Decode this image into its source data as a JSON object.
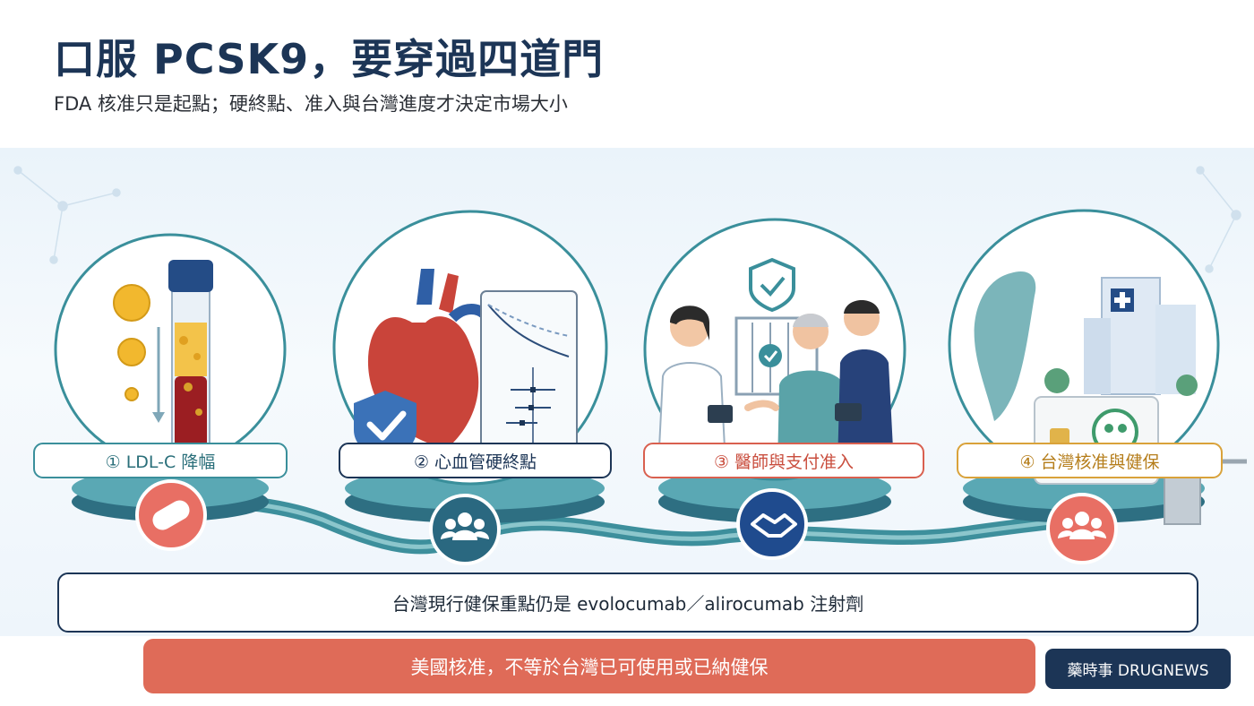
{
  "header": {
    "title": "口服 PCSK9，要穿過四道門",
    "subtitle": "FDA 核准只是起點；硬終點、准入與台灣進度才決定市場大小"
  },
  "steps": [
    {
      "label": "① LDL-C 降幅",
      "color": "#3a8f9b",
      "illustration_icon": "blood-test-tube-icon",
      "badge_icon": "pill-icon"
    },
    {
      "label": "② 心血管硬終點",
      "color": "#1c3556",
      "illustration_icon": "heart-icon",
      "badge_icon": "people-group-icon"
    },
    {
      "label": "③ 醫師與支付准入",
      "color": "#d9604f",
      "illustration_icon": "doctor-patient-icon",
      "badge_icon": "handshake-icon"
    },
    {
      "label": "④ 台灣核准與健保",
      "color": "#d9a23a",
      "illustration_icon": "taiwan-map-hospital-icon",
      "badge_icon": "people-group-icon"
    }
  ],
  "info_bar": {
    "text": "台灣現行健保重點仍是 evolocumab／alirocumab 注射劑"
  },
  "banner": {
    "text": "美國核准，不等於台灣已可使用或已納健保"
  },
  "brand": {
    "text": "藥時事 DRUGNEWS"
  },
  "colors": {
    "navy": "#1c3556",
    "teal": "#3a8f9b",
    "coral": "#df6b58",
    "gold": "#d9a23a"
  }
}
